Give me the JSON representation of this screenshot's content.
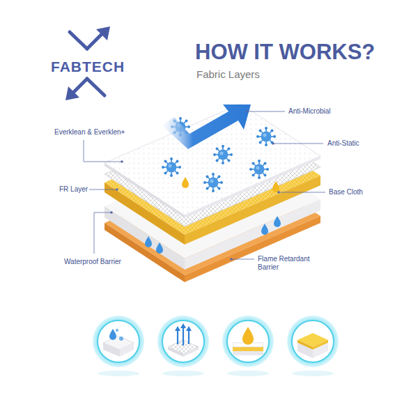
{
  "diagram": {
    "title": "HOW IT WORKS?",
    "labels": [
      "FABTECH",
      "Fabric Layers",
      "Anti-Microbial",
      "Anti-Static",
      "Everklean & Everklen+",
      "FR Layer",
      "Base Cloth",
      "Waterproof Barrier",
      "Flame Retardant Barrier"
    ]
  }
}
